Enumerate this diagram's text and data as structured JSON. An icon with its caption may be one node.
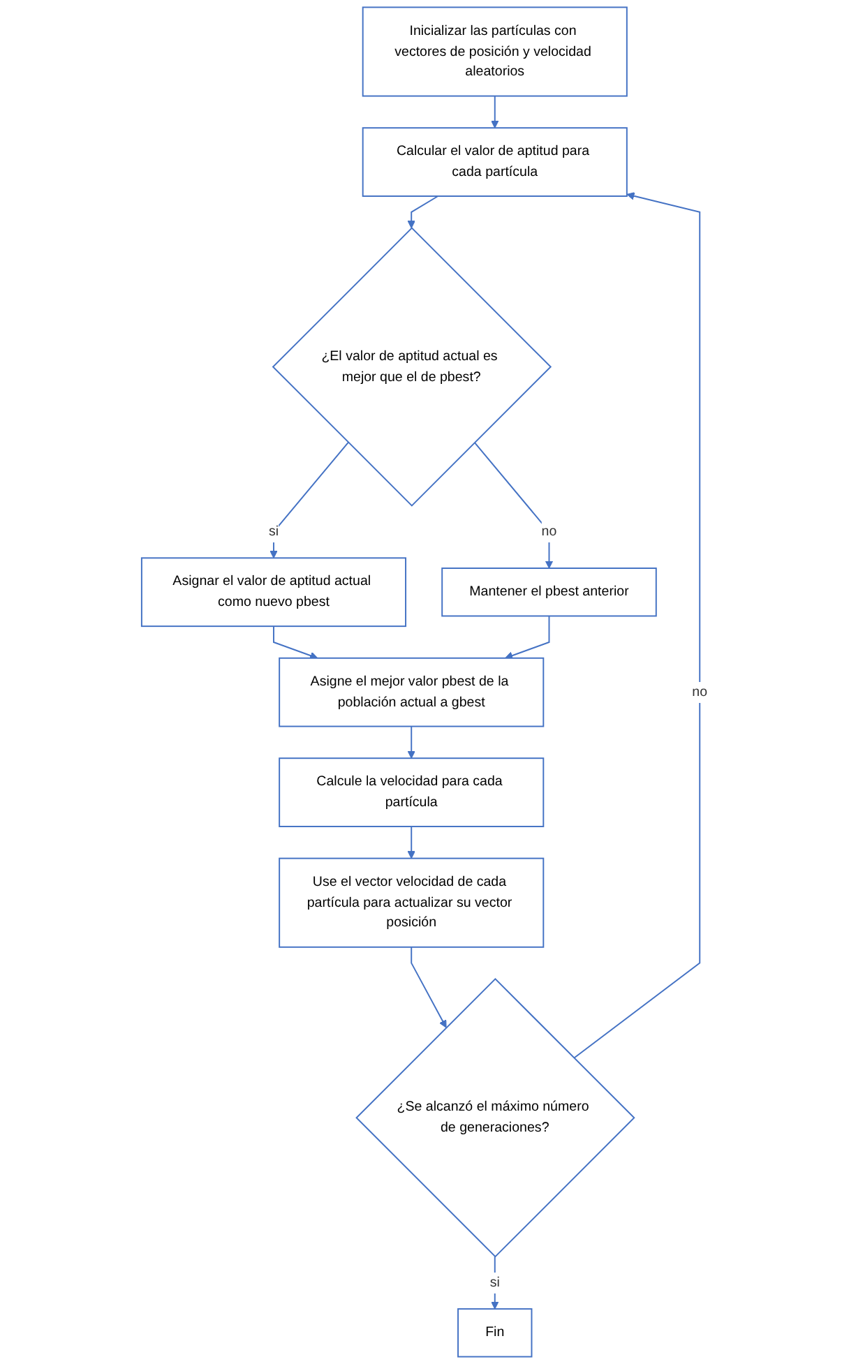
{
  "diagram": {
    "nodes": [
      {
        "text": [
          "Inicializar las partículas con vectores de posición y velocidad aleatorios"
        ]
      },
      {
        "text": [
          "Calcular el valor de aptitud para cada partícula"
        ]
      },
      {
        "text": [
          "¿El valor de aptitud actual es mejor que el de pbest?"
        ]
      },
      {
        "text": [
          "Asignar el valor de aptitud actual como nuevo pbest"
        ]
      },
      {
        "text": [
          "Mantener el pbest anterior"
        ]
      },
      {
        "text": [
          "Asigne el mejor valor pbest de la población actual a gbest"
        ]
      },
      {
        "text": [
          "Calcule la velocidad para cada partícula"
        ]
      },
      {
        "text": [
          "Use el vector velocidad de cada partícula para actualizar su vector posición"
        ]
      },
      {
        "text": [
          "¿Se alcanzó el máximo número de generaciones?"
        ]
      },
      {
        "text": [
          "Fin"
        ]
      }
    ],
    "edges": [
      {
        "from": 0,
        "to": 1,
        "arrow": "to"
      },
      {
        "from": 1,
        "to": 2,
        "arrow": "to"
      },
      {
        "from": 2,
        "to": 3,
        "arrow": "to",
        "label": "si"
      },
      {
        "from": 2,
        "to": 4,
        "arrow": "to",
        "label": "no"
      },
      {
        "from": 3,
        "to": 5,
        "arrow": "to"
      },
      {
        "from": 4,
        "to": 5,
        "arrow": "to"
      },
      {
        "from": 5,
        "to": 6,
        "arrow": "to"
      },
      {
        "from": 6,
        "to": 7,
        "arrow": "to"
      },
      {
        "from": 7,
        "to": 8,
        "arrow": "to"
      },
      {
        "from": 8,
        "to": 1,
        "arrow": "to",
        "label": "no"
      },
      {
        "from": 8,
        "to": 9,
        "arrow": "to",
        "label": "si"
      }
    ]
  }
}
